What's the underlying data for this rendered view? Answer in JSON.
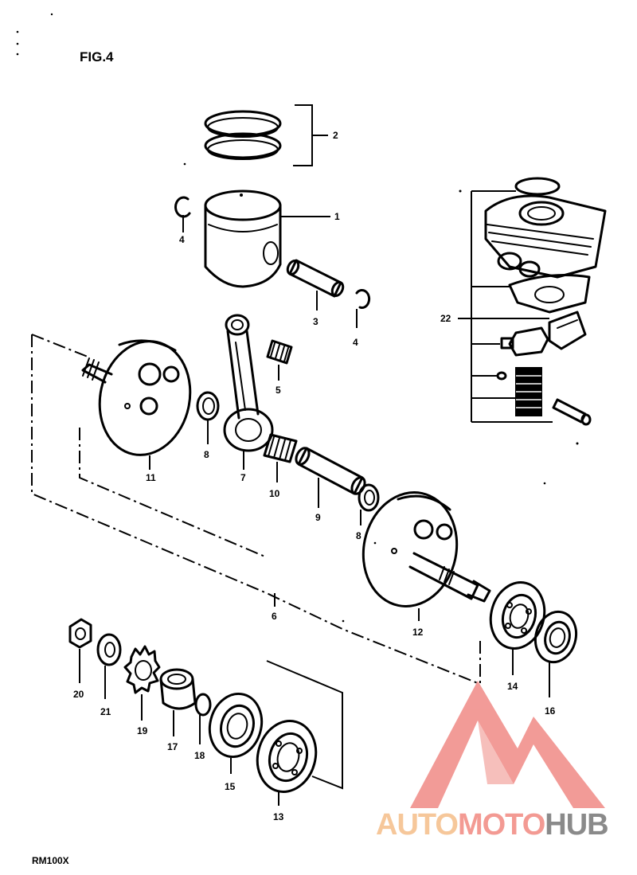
{
  "figure": {
    "title": "FIG.4",
    "model": "RM100X"
  },
  "callouts": {
    "c1": "1",
    "c2": "2",
    "c3": "3",
    "c4a": "4",
    "c4b": "4",
    "c5": "5",
    "c6": "6",
    "c7": "7",
    "c8a": "8",
    "c8b": "8",
    "c9": "9",
    "c10": "10",
    "c11": "11",
    "c12": "12",
    "c13": "13",
    "c14": "14",
    "c15": "15",
    "c16": "16",
    "c17": "17",
    "c18": "18",
    "c19": "19",
    "c20": "20",
    "c21": "21",
    "c22": "22"
  },
  "watermark": {
    "part1": "AUTO",
    "part2": "MOTO",
    "part3": "HUB",
    "colors": {
      "logo": "#f08a86",
      "auto": "#f6c79a",
      "moto": "#f39a93",
      "hub": "#8a8a8a"
    }
  }
}
